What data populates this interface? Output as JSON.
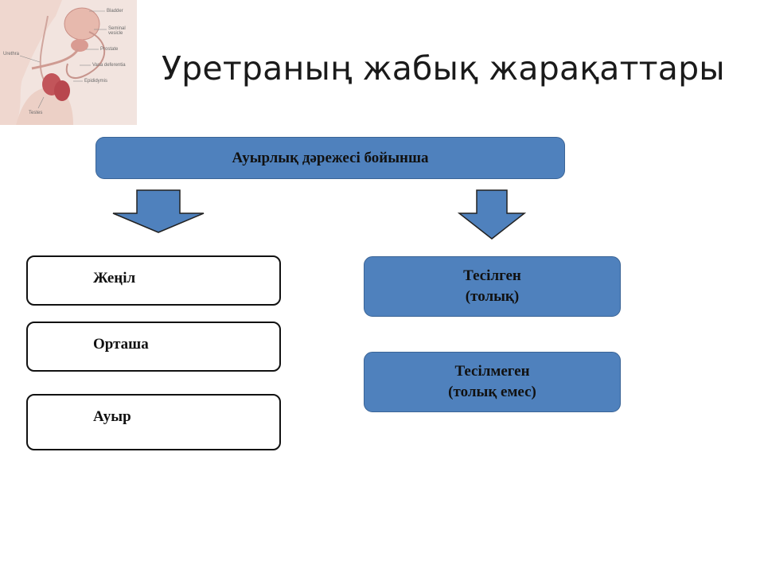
{
  "title": "Уретраның жабық жарақаттары",
  "thumbnail": {
    "labels": [
      "Bladder",
      "Seminal vesicle",
      "Urethra",
      "Prostate",
      "Vasa deferentia",
      "Epididymis",
      "Testes"
    ]
  },
  "header_box": {
    "label": "Ауырлық дәрежесі бойынша"
  },
  "severity": {
    "items": [
      {
        "label": "Жеңіл"
      },
      {
        "label": "Орташа"
      },
      {
        "label": "Ауыр"
      }
    ]
  },
  "type": {
    "items": [
      {
        "line1": "Тесілген",
        "line2": "(толық)"
      },
      {
        "line1": "Тесілмеген",
        "line2": "(толық емес)"
      }
    ]
  },
  "colors": {
    "box_blue": "#4f81bd",
    "box_border": "#3a6496",
    "outline": "#111111"
  }
}
